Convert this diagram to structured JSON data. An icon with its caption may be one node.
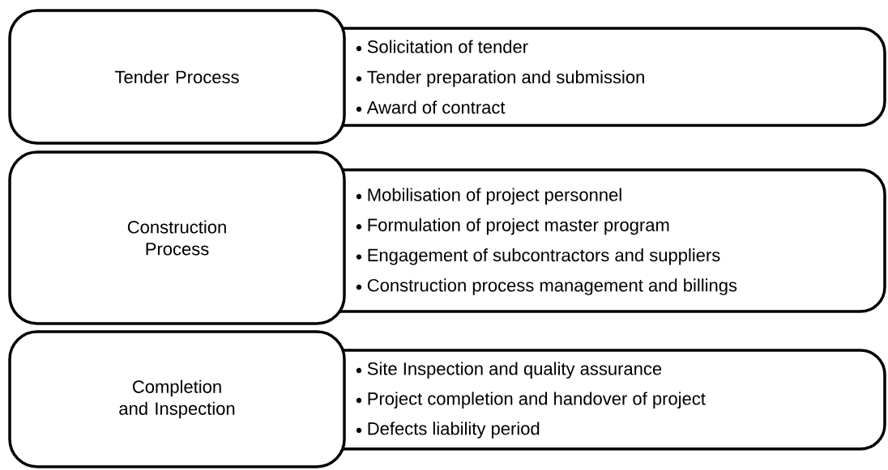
{
  "diagram": {
    "nodes": [
      {
        "text": [
          "Tender Process"
        ]
      },
      {
        "text": [
          "Solicitation of tender",
          "Tender preparation and submission",
          "Award of contract"
        ]
      },
      {
        "text": [
          "Construction Process"
        ]
      },
      {
        "text": [
          "Mobilisation of project personnel",
          "Formulation of project master program",
          "Engagement of subcontractors and suppliers",
          "Construction process management and billings"
        ]
      },
      {
        "text": [
          "Completion and Inspection"
        ]
      },
      {
        "text": [
          "Site Inspection and quality assurance",
          "Project completion and handover of project",
          "Defects liability period"
        ]
      }
    ]
  }
}
